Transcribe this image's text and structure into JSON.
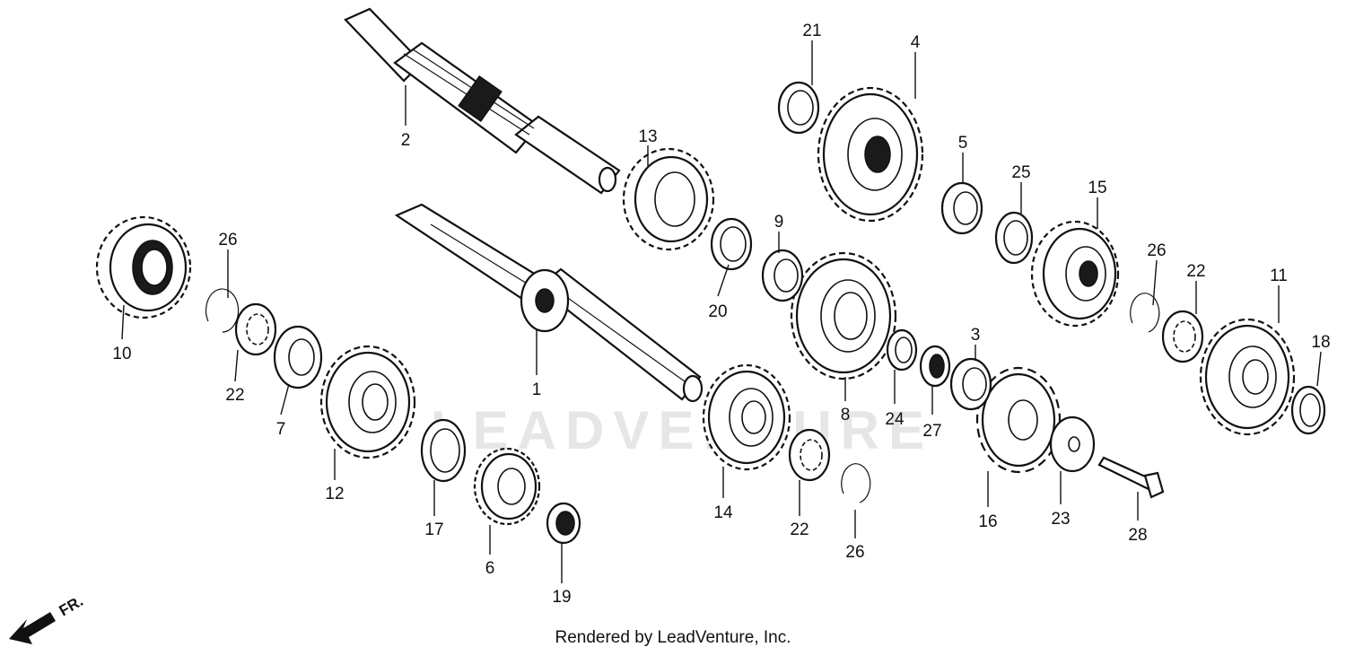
{
  "watermark": "LEADVENTURE",
  "footer": "Rendered by LeadVenture, Inc.",
  "direction_label": "FR.",
  "parts": {
    "p1": "1",
    "p2": "2",
    "p3": "3",
    "p4": "4",
    "p5": "5",
    "p6": "6",
    "p7": "7",
    "p8": "8",
    "p9": "9",
    "p10": "10",
    "p11": "11",
    "p12": "12",
    "p13": "13",
    "p14": "14",
    "p15": "15",
    "p16": "16",
    "p17": "17",
    "p18": "18",
    "p19": "19",
    "p20": "20",
    "p21": "21",
    "p22a": "22",
    "p22b": "22",
    "p22c": "22",
    "p23": "23",
    "p24": "24",
    "p25": "25",
    "p26a": "26",
    "p26b": "26",
    "p26c": "26",
    "p27": "27",
    "p28": "28"
  }
}
